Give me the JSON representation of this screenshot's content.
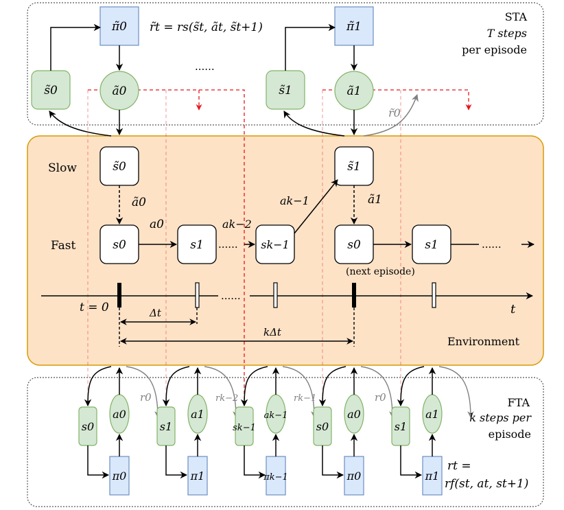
{
  "sta": {
    "title": "STA",
    "steps": "T steps",
    "per_episode": "per episode",
    "reward_eq": "r̃t = rs(s̃t, ãt, s̃t+1)",
    "ellipsis": "......",
    "reward_r0": "r̃0",
    "nodes": {
      "pi0": "π̃0",
      "pi1": "π̃1",
      "a0": "ã0",
      "a1": "ã1",
      "s0": "s̃0",
      "s1": "s̃1"
    }
  },
  "env": {
    "label": "Environment",
    "slow_label": "Slow",
    "fast_label": "Fast",
    "slow_nodes": {
      "s0": "s̃0",
      "s1": "s̃1"
    },
    "slow_actions": {
      "a0": "ã0",
      "a1": "ã1"
    },
    "fast_nodes": {
      "s0": "s0",
      "s1": "s1",
      "sk1": "sk−1",
      "s0b": "s0",
      "s1b": "s1"
    },
    "fast_actions": {
      "a0": "a0",
      "ak2": "ak−2",
      "ak1": "ak−1"
    },
    "ellipsis1": "......",
    "ellipsis2": "......",
    "ellipsis3": "......",
    "next_episode": "(next episode)",
    "t0": "t = 0",
    "t": "t",
    "dt": "Δt",
    "kdt": "kΔt"
  },
  "fta": {
    "title": "FTA",
    "steps": "k steps per",
    "episode": "episode",
    "reward_eq_line1": "rt =",
    "reward_eq_line2": "rf(st, at, st+1)",
    "groups": [
      {
        "s": "s0",
        "a": "a0",
        "pi": "π0",
        "r": "r0"
      },
      {
        "s": "s1",
        "a": "a1",
        "pi": "π1",
        "r": "rk−2"
      },
      {
        "s": "sk−1",
        "a": "ak−1",
        "pi": "πk−1",
        "r": "rk−1"
      },
      {
        "s": "s0",
        "a": "a0",
        "pi": "π0",
        "r": "r0"
      },
      {
        "s": "s1",
        "a": "a1",
        "pi": "π1",
        "r": ""
      }
    ]
  },
  "colors": {
    "green_fill": "#d5e8d4",
    "green_stroke": "#82b366",
    "blue_fill": "#dae8fc",
    "blue_stroke": "#6c8ebf",
    "env_fill": "#fde2c6",
    "env_stroke": "#d79b00",
    "red_dash": "#e8161b",
    "gray": "#808080"
  }
}
